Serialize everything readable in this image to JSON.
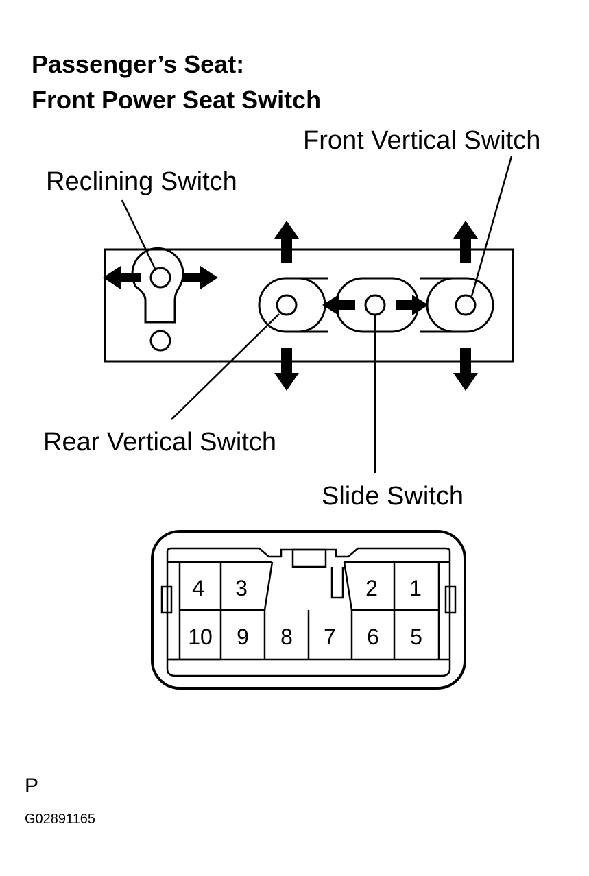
{
  "title": {
    "line1": "Passenger’s Seat:",
    "line2": "Front Power Seat Switch"
  },
  "labels": {
    "reclining": "Reclining Switch",
    "front_vertical": "Front Vertical Switch",
    "rear_vertical": "Rear Vertical Switch",
    "slide": "Slide Switch"
  },
  "connector": {
    "top_row": [
      "4",
      "3",
      "2",
      "1"
    ],
    "bottom_row": [
      "10",
      "9",
      "8",
      "7",
      "6",
      "5"
    ]
  },
  "footer": {
    "letter": "P",
    "code": "G02891165"
  }
}
